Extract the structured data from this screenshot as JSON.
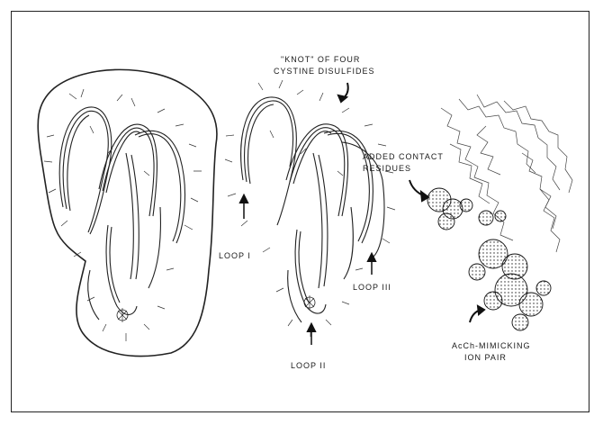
{
  "figure": {
    "labels": {
      "knot_line1": "\"KNOT\" OF FOUR",
      "knot_line2": "CYSTINE DISULFIDES",
      "added_line1": "ADDED CONTACT",
      "added_line2": "RESIDUES",
      "loop1": "LOOP I",
      "loop2": "LOOP II",
      "loop3": "LOOP III",
      "acch_line1": "AcCh-MIMICKING",
      "acch_line2": "ION PAIR"
    }
  }
}
